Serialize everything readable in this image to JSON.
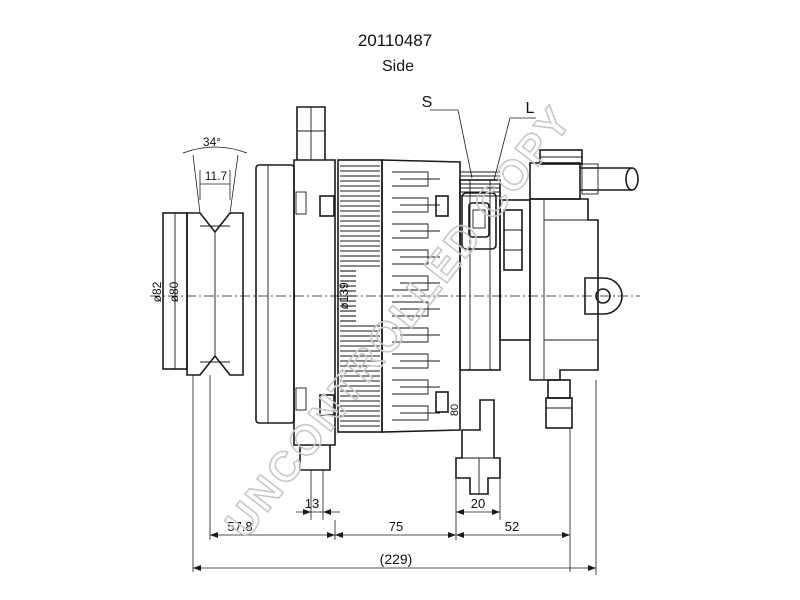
{
  "header": {
    "part_number": "20110487",
    "view": "Side"
  },
  "terminals": {
    "s": "S",
    "l": "L"
  },
  "dimensions": {
    "angle": "34°",
    "pulley_width": "11.7",
    "pulley_dia_outer": "ø82",
    "pulley_dia_inner": "ø80",
    "body_dia": "ø139",
    "small_dim": "80",
    "d13": "13",
    "d20": "20",
    "d57_8": "57.8",
    "d75": "75",
    "d52": "52",
    "total_length": "(229)"
  },
  "watermark": {
    "text": "UNCONTROLLED COPY"
  },
  "colors": {
    "line": "#1a1a1a",
    "watermark": "#c8c8c8",
    "background": "#ffffff"
  }
}
